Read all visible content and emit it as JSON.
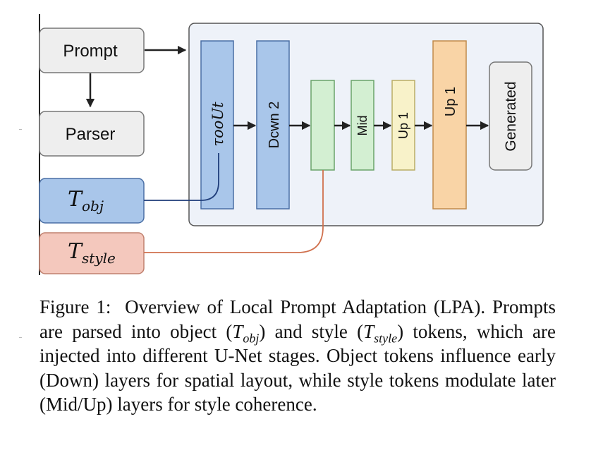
{
  "diagram": {
    "inputs": {
      "prompt": "Prompt",
      "parser": "Parser",
      "t_obj_base": "T",
      "t_obj_sub": "obj",
      "t_style_base": "T",
      "t_style_sub": "style"
    },
    "stages": {
      "first": "τooUt",
      "down2": "Dcwn 2",
      "blank": "",
      "mid": "Mid",
      "up1_small": "Up 1",
      "up1_large": "Up 1",
      "generated": "Generated"
    },
    "colors": {
      "blue_fill": "#a9c6ea",
      "blue_stroke": "#4a6fa5",
      "green_fill": "#d3efd2",
      "yellow_fill": "#f8f2c9",
      "orange_fill": "#f9d4a6",
      "red_fill": "#f4c8bd",
      "gray_fill": "#eeeeee",
      "panel_fill": "#eef2f9",
      "obj_line": "#1f3d7a",
      "style_line": "#d0714e"
    }
  },
  "caption": {
    "label": "Figure 1:",
    "text1": "Overview of Local Prompt Adaptation (LPA). Prompts are parsed into object (",
    "t_obj_base": "T",
    "t_obj_sub": "obj",
    "text2": ") and style (",
    "t_style_base": "T",
    "t_style_sub": "style",
    "text3": ") tokens, which are injected into different U-Net stages. Object tokens influence early (Down) layers for spatial layout, while style tokens modulate later (Mid/Up) layers for style coherence."
  }
}
